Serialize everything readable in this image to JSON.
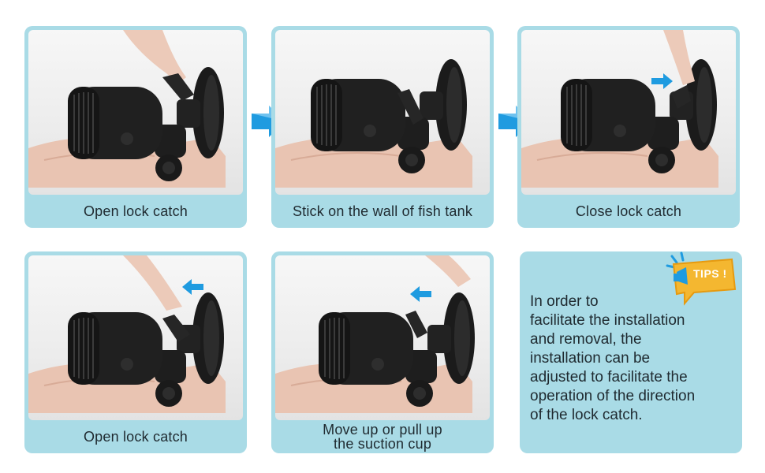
{
  "steps": [
    {
      "caption": "Open lock catch"
    },
    {
      "caption": "Stick on the wall of fish tank"
    },
    {
      "caption": "Close lock catch"
    },
    {
      "caption": "Open lock catch"
    },
    {
      "caption_line1": "Move up or pull up",
      "caption_line2": "the suction cup"
    }
  ],
  "tips": {
    "badge": "TIPS !",
    "text": "In order to\nfacilitate the installation\nand removal, the\ninstallation can be\nadjusted to facilitate the\noperation of the direction\nof the lock catch."
  },
  "colors": {
    "card": "#a9dbe6",
    "arrow": "#1f9be0",
    "badge": "#f4b730",
    "badge_text": "#ffffff"
  },
  "icons": {
    "step_arrow": "chevron-right-arrow-icon",
    "hint_arrow": "small-arrow-icon",
    "tips_badge": "speech-bubble-megaphone-icon"
  }
}
